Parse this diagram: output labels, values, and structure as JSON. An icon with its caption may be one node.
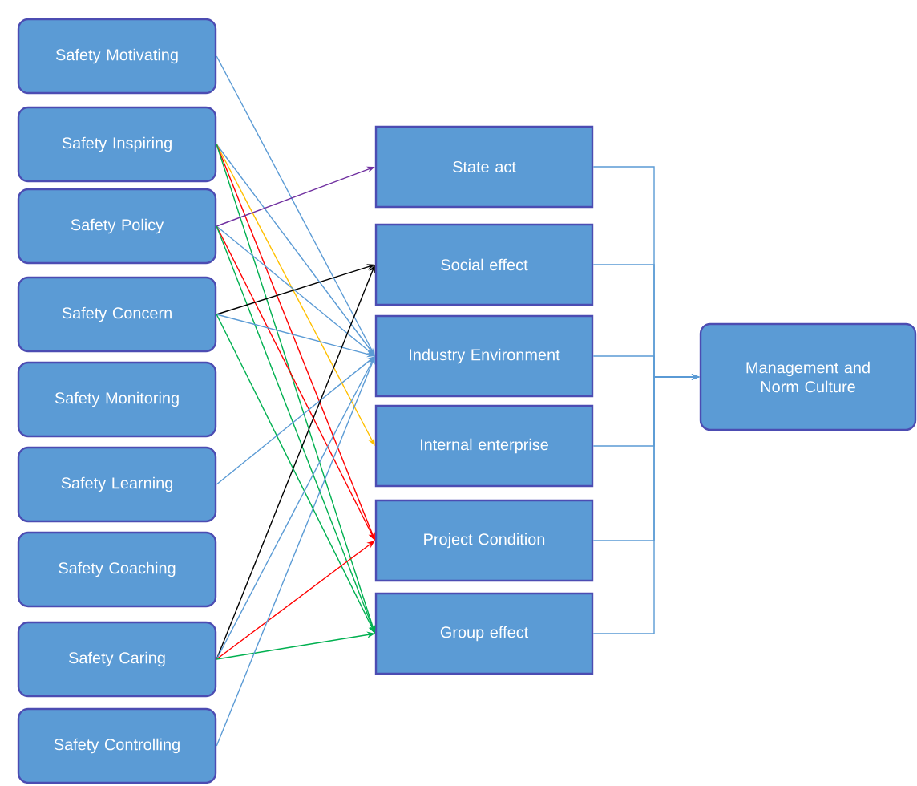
{
  "diagram": {
    "nodes": [
      {
        "text": [
          "Safety Motivating"
        ]
      },
      {
        "text": [
          "Safety Inspiring"
        ]
      },
      {
        "text": [
          "Safety Policy"
        ]
      },
      {
        "text": [
          "Safety Concern"
        ]
      },
      {
        "text": [
          "Safety Monitoring"
        ]
      },
      {
        "text": [
          "Safety Learning"
        ]
      },
      {
        "text": [
          "Safety Coaching"
        ]
      },
      {
        "text": [
          "Safety Caring"
        ]
      },
      {
        "text": [
          "Safety Controlling"
        ]
      },
      {
        "text": [
          "State act"
        ]
      },
      {
        "text": [
          "Social effect"
        ]
      },
      {
        "text": [
          "Industry Environment"
        ]
      },
      {
        "text": [
          "Internal enterprise"
        ]
      },
      {
        "text": [
          "Project Condition"
        ]
      },
      {
        "text": [
          "Group effect"
        ]
      },
      {
        "text": [
          "Management and Norm Culture"
        ]
      }
    ],
    "edges": [
      {
        "from": 0,
        "to": 11,
        "arrow": "to"
      },
      {
        "from": 1,
        "to": 11,
        "arrow": "to"
      },
      {
        "from": 1,
        "to": 12,
        "arrow": "to",
        "color": "#ffc000"
      },
      {
        "from": 1,
        "to": 13,
        "arrow": "to",
        "color": "#ff0000"
      },
      {
        "from": 1,
        "to": 14,
        "arrow": "to",
        "color": "#00b050"
      },
      {
        "from": 2,
        "to": 9,
        "arrow": "to",
        "color": "#7030a0"
      },
      {
        "from": 2,
        "to": 11,
        "arrow": "to"
      },
      {
        "from": 2,
        "to": 13,
        "arrow": "to",
        "color": "#ff0000"
      },
      {
        "from": 2,
        "to": 14,
        "arrow": "to",
        "color": "#00b050"
      },
      {
        "from": 3,
        "to": 10,
        "arrow": "to",
        "color": "#000000"
      },
      {
        "from": 3,
        "to": 11,
        "arrow": "to"
      },
      {
        "from": 3,
        "to": 14,
        "arrow": "to",
        "color": "#00b050"
      },
      {
        "from": 5,
        "to": 11,
        "arrow": "to"
      },
      {
        "from": 7,
        "to": 10,
        "arrow": "to",
        "color": "#000000"
      },
      {
        "from": 7,
        "to": 11,
        "arrow": "to"
      },
      {
        "from": 7,
        "to": 13,
        "arrow": "to",
        "color": "#ff0000"
      },
      {
        "from": 7,
        "to": 14,
        "arrow": "to",
        "color": "#00b050"
      },
      {
        "from": 8,
        "to": 11,
        "arrow": "to"
      },
      {
        "from": 9,
        "to": 15,
        "arrow": "to"
      },
      {
        "from": 10,
        "to": 15,
        "arrow": "to"
      },
      {
        "from": 11,
        "to": 15,
        "arrow": "to"
      },
      {
        "from": 12,
        "to": 15,
        "arrow": "to"
      },
      {
        "from": 13,
        "to": 15,
        "arrow": "to"
      },
      {
        "from": 14,
        "to": 15,
        "arrow": "to"
      }
    ]
  }
}
